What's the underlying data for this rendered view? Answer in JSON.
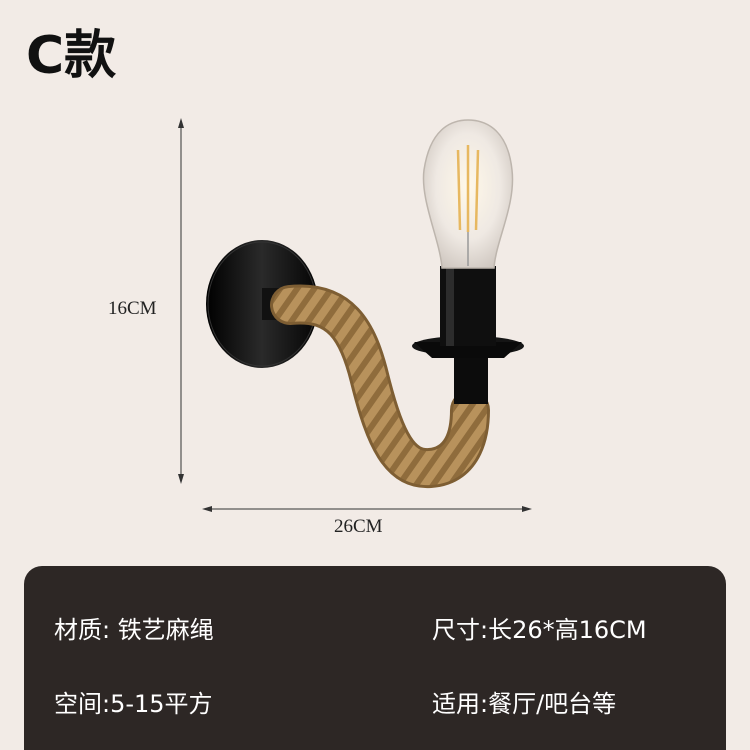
{
  "title": "C款",
  "dimensions": {
    "height_label": "16CM",
    "width_label": "26CM"
  },
  "specs": {
    "material": "材质: 铁艺麻绳",
    "size": "尺寸:长26*高16CM",
    "space": "空间:5-15平方",
    "usage": "适用:餐厅/吧台等"
  },
  "colors": {
    "background": "#f2ebe6",
    "panel": "#2d2725",
    "rope": "#b8925c",
    "metal": "#111111"
  }
}
